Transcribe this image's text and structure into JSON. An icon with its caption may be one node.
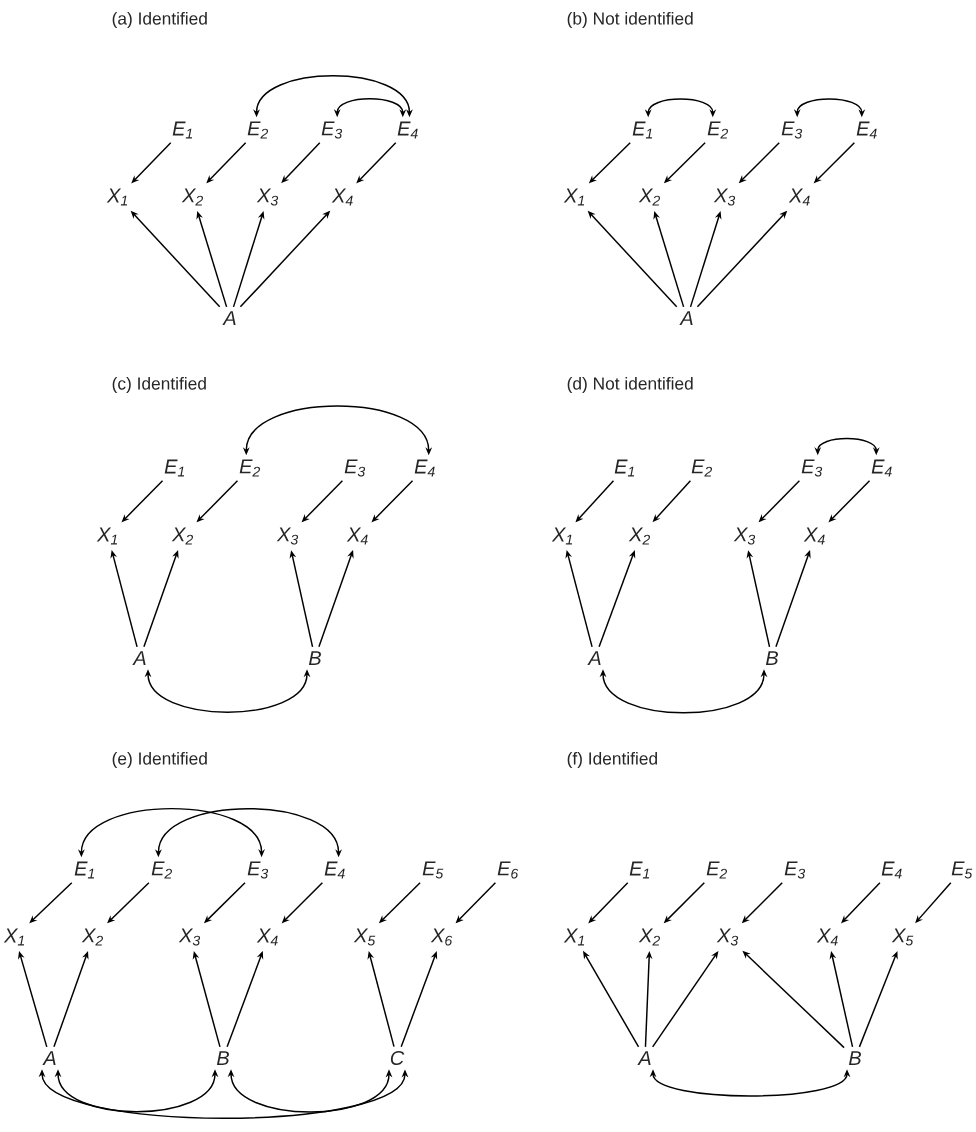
{
  "diagram": {
    "nodes": [
      {
        "text": [
          "E$_{1}$"
        ]
      },
      {
        "text": [
          "E$_{2}$"
        ]
      },
      {
        "text": [
          "E$_{3}$"
        ]
      },
      {
        "text": [
          "E$_{4}$"
        ]
      },
      {
        "text": [
          "X$_{1}$"
        ]
      },
      {
        "text": [
          "X$_{2}$"
        ]
      },
      {
        "text": [
          "X$_{3}$"
        ]
      },
      {
        "text": [
          "X$_{4}$"
        ]
      },
      {
        "text": [
          "A"
        ]
      },
      {
        "text": [
          "E$_{1}$"
        ]
      },
      {
        "text": [
          "E$_{2}$"
        ]
      },
      {
        "text": [
          "E$_{3}$"
        ]
      },
      {
        "text": [
          "E$_{4}$"
        ]
      },
      {
        "text": [
          "X$_{1}$"
        ]
      },
      {
        "text": [
          "X$_{2}$"
        ]
      },
      {
        "text": [
          "X$_{3}$"
        ]
      },
      {
        "text": [
          "X$_{4}$"
        ]
      },
      {
        "text": [
          "A"
        ]
      },
      {
        "text": [
          "E$_{1}$"
        ]
      },
      {
        "text": [
          "E$_{2}$"
        ]
      },
      {
        "text": [
          "E$_{3}$"
        ]
      },
      {
        "text": [
          "E$_{4}$"
        ]
      },
      {
        "text": [
          "X$_{1}$"
        ]
      },
      {
        "text": [
          "X$_{2}$"
        ]
      },
      {
        "text": [
          "X$_{3}$"
        ]
      },
      {
        "text": [
          "X$_{4}$"
        ]
      },
      {
        "text": [
          "A"
        ]
      },
      {
        "text": [
          "B"
        ]
      },
      {
        "text": [
          "E$_{1}$"
        ]
      },
      {
        "text": [
          "E$_{2}$"
        ]
      },
      {
        "text": [
          "E$_{3}$"
        ]
      },
      {
        "text": [
          "E$_{4}$"
        ]
      },
      {
        "text": [
          "X$_{1}$"
        ]
      },
      {
        "text": [
          "X$_{2}$"
        ]
      },
      {
        "text": [
          "X$_{3}$"
        ]
      },
      {
        "text": [
          "X$_{4}$"
        ]
      },
      {
        "text": [
          "A"
        ]
      },
      {
        "text": [
          "B"
        ]
      },
      {
        "text": [
          "E$_{1}$"
        ]
      },
      {
        "text": [
          "E$_{2}$"
        ]
      },
      {
        "text": [
          "E$_{3}$"
        ]
      },
      {
        "text": [
          "E$_{4}$"
        ]
      },
      {
        "text": [
          "E$_{5}$"
        ]
      },
      {
        "text": [
          "E$_{6}$"
        ]
      },
      {
        "text": [
          "X$_{1}$"
        ]
      },
      {
        "text": [
          "X$_{2}$"
        ]
      },
      {
        "text": [
          "X$_{3}$"
        ]
      },
      {
        "text": [
          "X$_{4}$"
        ]
      },
      {
        "text": [
          "X$_{5}$"
        ]
      },
      {
        "text": [
          "X$_{6}$"
        ]
      },
      {
        "text": [
          "A"
        ]
      },
      {
        "text": [
          "B"
        ]
      },
      {
        "text": [
          "C"
        ]
      },
      {
        "text": [
          "E$_{1}$"
        ]
      },
      {
        "text": [
          "E$_{2}$"
        ]
      },
      {
        "text": [
          "E$_{3}$"
        ]
      },
      {
        "text": [
          "E$_{4}$"
        ]
      },
      {
        "text": [
          "E$_{5}$"
        ]
      },
      {
        "text": [
          "X$_{1}$"
        ]
      },
      {
        "text": [
          "X$_{2}$"
        ]
      },
      {
        "text": [
          "X$_{3}$"
        ]
      },
      {
        "text": [
          "X$_{4}$"
        ]
      },
      {
        "text": [
          "X$_{5}$"
        ]
      },
      {
        "text": [
          "A"
        ]
      },
      {
        "text": [
          "B"
        ]
      }
    ],
    "edges": [
      {
        "from": 0,
        "to": 4,
        "arrow": "to"
      },
      {
        "from": 1,
        "to": 5,
        "arrow": "to"
      },
      {
        "from": 2,
        "to": 6,
        "arrow": "to"
      },
      {
        "from": 3,
        "to": 7,
        "arrow": "to"
      },
      {
        "from": 8,
        "to": 4,
        "arrow": "to"
      },
      {
        "from": 8,
        "to": 5,
        "arrow": "to"
      },
      {
        "from": 8,
        "to": 6,
        "arrow": "to"
      },
      {
        "from": 8,
        "to": 7,
        "arrow": "to"
      },
      {
        "from": 1,
        "to": 3,
        "arrow": "both"
      },
      {
        "from": 2,
        "to": 3,
        "arrow": "both"
      },
      {
        "from": 9,
        "to": 13,
        "arrow": "to"
      },
      {
        "from": 10,
        "to": 14,
        "arrow": "to"
      },
      {
        "from": 11,
        "to": 15,
        "arrow": "to"
      },
      {
        "from": 12,
        "to": 16,
        "arrow": "to"
      },
      {
        "from": 17,
        "to": 13,
        "arrow": "to"
      },
      {
        "from": 17,
        "to": 14,
        "arrow": "to"
      },
      {
        "from": 17,
        "to": 15,
        "arrow": "to"
      },
      {
        "from": 17,
        "to": 16,
        "arrow": "to"
      },
      {
        "from": 9,
        "to": 10,
        "arrow": "both"
      },
      {
        "from": 11,
        "to": 12,
        "arrow": "both"
      },
      {
        "from": 18,
        "to": 22,
        "arrow": "to"
      },
      {
        "from": 19,
        "to": 23,
        "arrow": "to"
      },
      {
        "from": 20,
        "to": 24,
        "arrow": "to"
      },
      {
        "from": 21,
        "to": 25,
        "arrow": "to"
      },
      {
        "from": 26,
        "to": 22,
        "arrow": "to"
      },
      {
        "from": 26,
        "to": 23,
        "arrow": "to"
      },
      {
        "from": 27,
        "to": 24,
        "arrow": "to"
      },
      {
        "from": 27,
        "to": 25,
        "arrow": "to"
      },
      {
        "from": 19,
        "to": 21,
        "arrow": "both"
      },
      {
        "from": 26,
        "to": 27,
        "arrow": "both"
      },
      {
        "from": 28,
        "to": 32,
        "arrow": "to"
      },
      {
        "from": 29,
        "to": 33,
        "arrow": "to"
      },
      {
        "from": 30,
        "to": 34,
        "arrow": "to"
      },
      {
        "from": 31,
        "to": 35,
        "arrow": "to"
      },
      {
        "from": 36,
        "to": 32,
        "arrow": "to"
      },
      {
        "from": 36,
        "to": 33,
        "arrow": "to"
      },
      {
        "from": 37,
        "to": 34,
        "arrow": "to"
      },
      {
        "from": 37,
        "to": 35,
        "arrow": "to"
      },
      {
        "from": 30,
        "to": 31,
        "arrow": "both"
      },
      {
        "from": 36,
        "to": 37,
        "arrow": "both"
      },
      {
        "from": 38,
        "to": 44,
        "arrow": "to"
      },
      {
        "from": 39,
        "to": 45,
        "arrow": "to"
      },
      {
        "from": 40,
        "to": 46,
        "arrow": "to"
      },
      {
        "from": 41,
        "to": 47,
        "arrow": "to"
      },
      {
        "from": 42,
        "to": 48,
        "arrow": "to"
      },
      {
        "from": 43,
        "to": 49,
        "arrow": "to"
      },
      {
        "from": 50,
        "to": 44,
        "arrow": "to"
      },
      {
        "from": 50,
        "to": 45,
        "arrow": "to"
      },
      {
        "from": 51,
        "to": 46,
        "arrow": "to"
      },
      {
        "from": 51,
        "to": 47,
        "arrow": "to"
      },
      {
        "from": 52,
        "to": 48,
        "arrow": "to"
      },
      {
        "from": 52,
        "to": 49,
        "arrow": "to"
      },
      {
        "from": 38,
        "to": 40,
        "arrow": "both"
      },
      {
        "from": 39,
        "to": 41,
        "arrow": "both"
      },
      {
        "from": 50,
        "to": 51,
        "arrow": "both"
      },
      {
        "from": 51,
        "to": 52,
        "arrow": "both"
      },
      {
        "from": 50,
        "to": 52,
        "arrow": "both"
      },
      {
        "from": 53,
        "to": 58,
        "arrow": "to"
      },
      {
        "from": 54,
        "to": 59,
        "arrow": "to"
      },
      {
        "from": 55,
        "to": 60,
        "arrow": "to"
      },
      {
        "from": 56,
        "to": 61,
        "arrow": "to"
      },
      {
        "from": 57,
        "to": 62,
        "arrow": "to"
      },
      {
        "from": 63,
        "to": 58,
        "arrow": "to"
      },
      {
        "from": 63,
        "to": 59,
        "arrow": "to"
      },
      {
        "from": 63,
        "to": 60,
        "arrow": "to"
      },
      {
        "from": 64,
        "to": 60,
        "arrow": "to"
      },
      {
        "from": 64,
        "to": 61,
        "arrow": "to"
      },
      {
        "from": 64,
        "to": 62,
        "arrow": "to"
      },
      {
        "from": 63,
        "to": 64,
        "arrow": "both"
      }
    ],
    "labels": [
      "(a) Identified",
      "(b) Not identified",
      "(c) Identified",
      "(d) Not identified",
      "(e) Identified",
      "(f) Identified"
    ]
  }
}
